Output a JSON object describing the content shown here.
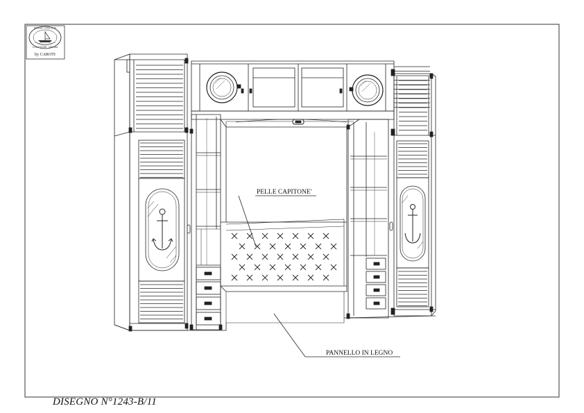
{
  "logo": {
    "arc_text": "MARINA · POSITANO",
    "lower_text": "COLLEZIONE · MARINA",
    "brand": "by CAROTI"
  },
  "labels": {
    "leather": "PELLE CAPITONE'",
    "panel": "PANNELLO IN LEGNO"
  },
  "drawing_number": "DISEGNO N°1243-B/11"
}
